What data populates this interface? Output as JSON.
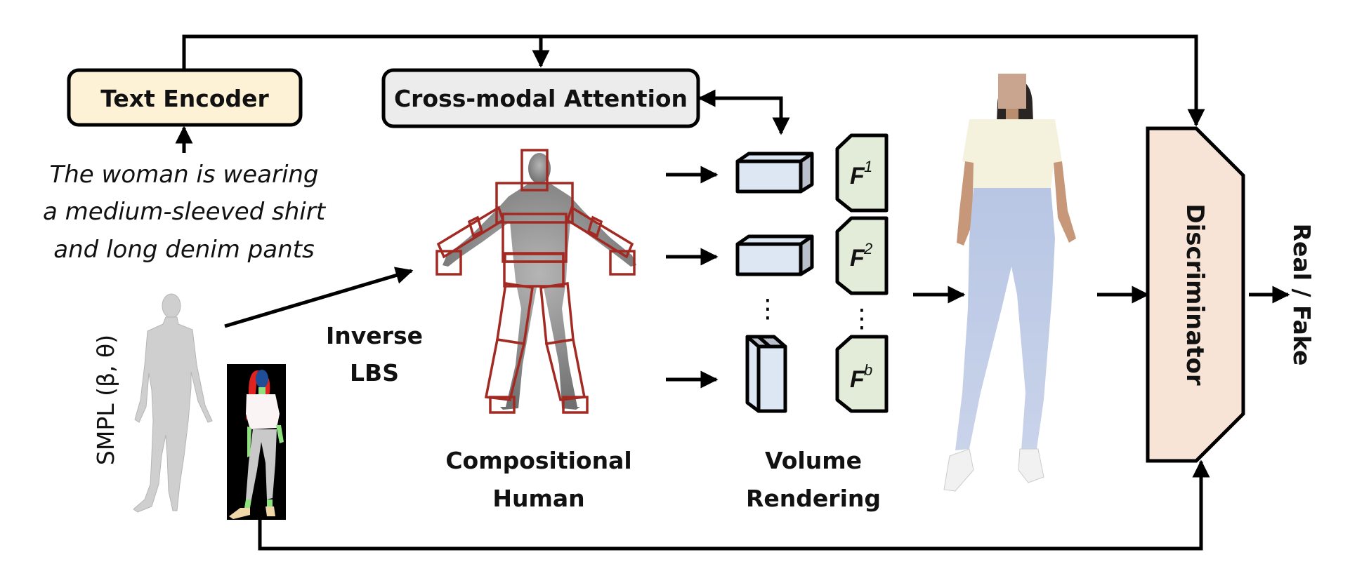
{
  "text_encoder": {
    "label": "Text Encoder",
    "fill": "#fdf2d6"
  },
  "cross_attention": {
    "label": "Cross-modal Attention",
    "fill": "#ececec"
  },
  "prompt": {
    "lines": [
      "The woman is wearing",
      "a medium-sleeved shirt",
      "and long denim pants"
    ]
  },
  "smpl": {
    "label": "SMPL (β, θ)"
  },
  "inverse_lbs": {
    "lines": [
      "Inverse",
      "LBS"
    ]
  },
  "compositional_human": {
    "lines": [
      "Compositional",
      "Human"
    ],
    "box_color": "#a32a22"
  },
  "volume_rendering": {
    "lines": [
      "Volume",
      "Rendering"
    ],
    "box_fill": "#dde6f3",
    "box_side": "#b9c0cb"
  },
  "features": {
    "fill": "#e3ecd8",
    "items": [
      {
        "base": "F",
        "sup": "1"
      },
      {
        "base": "F",
        "sup": "2"
      },
      {
        "base": "F",
        "sup": "b"
      }
    ],
    "ellipsis": "⋮"
  },
  "discriminator": {
    "label": "Discriminator",
    "fill": "#f8e4d6"
  },
  "output": {
    "label": "Real / Fake"
  },
  "colors": {
    "line": "#000000",
    "background": "#ffffff"
  }
}
